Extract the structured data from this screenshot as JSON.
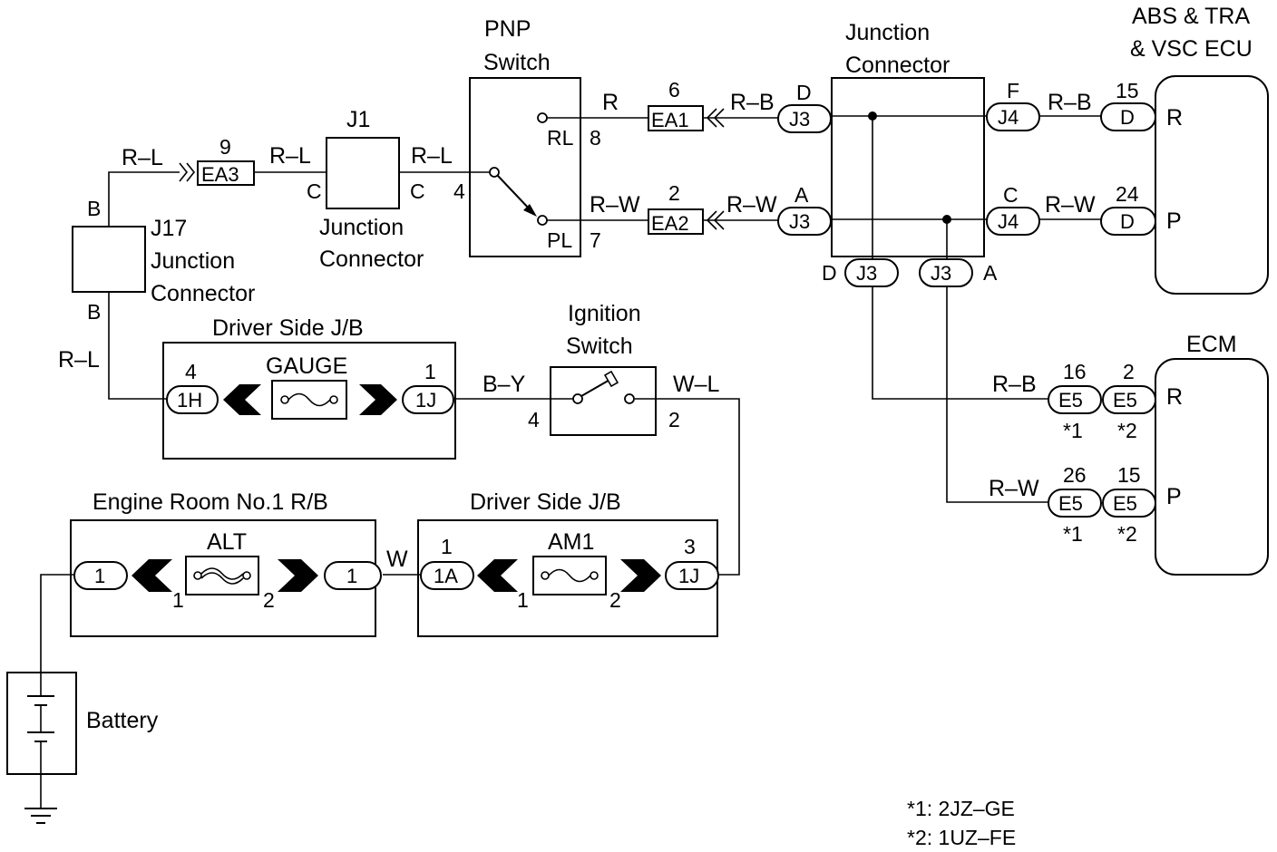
{
  "components": {
    "pnp_switch": [
      "PNP",
      "Switch"
    ],
    "junction_connector_top": [
      "Junction",
      "Connector"
    ],
    "abs_ecu": [
      "ABS & TRA",
      "& VSC ECU"
    ],
    "j1": "J1",
    "j1_caption": [
      "Junction",
      "Connector"
    ],
    "j17": [
      "J17",
      "Junction",
      "Connector"
    ],
    "driver_jb_top": "Driver Side J/B",
    "gauge": "GAUGE",
    "ignition_switch": [
      "Ignition",
      "Switch"
    ],
    "ecm": "ECM",
    "engine_room_rb": "Engine Room No.1 R/B",
    "alt": "ALT",
    "driver_jb_bottom": "Driver Side J/B",
    "am1": "AM1",
    "battery": "Battery"
  },
  "wires": {
    "r_l_1": "R–L",
    "r_l_2": "R–L",
    "r_l_3": "R–L",
    "r_l_4": "R–L",
    "r_pnp": "R",
    "r_b_1": "R–B",
    "r_w_1": "R–W",
    "r_w_2": "R–W",
    "r_b_2": "R–B",
    "r_w_3": "R–W",
    "r_b_ecm": "R–B",
    "r_w_ecm": "R–W",
    "b_y": "B–Y",
    "w_l": "W–L",
    "w": "W"
  },
  "connectors": {
    "ea3": "EA3",
    "ea1": "EA1",
    "ea2": "EA2",
    "j3_d": "J3",
    "j3_a": "J3",
    "j3_bot_d": "J3",
    "j3_bot_a": "J3",
    "j4_f": "J4",
    "j4_c": "J4",
    "d_15": "D",
    "d_24": "D",
    "c_1h": "1H",
    "c_1j_top": "1J",
    "c_1_left": "1",
    "c_1_right": "1",
    "c_1a": "1A",
    "c_1j_bot": "1J",
    "e5_16": "E5",
    "e5_2": "E5",
    "e5_26": "E5",
    "e5_15": "E5"
  },
  "pins": {
    "ea3_pin": "9",
    "ea1_pin": "6",
    "ea2_pin": "2",
    "j1_c_left": "C",
    "j1_c_right": "C",
    "pnp_4": "4",
    "pnp_rl": "RL",
    "pnp_8": "8",
    "pnp_pl": "PL",
    "pnp_7": "7",
    "j3_d_letter": "D",
    "j3_a_letter": "A",
    "j4_f_letter": "F",
    "j4_c_letter": "C",
    "j3_bot_d_letter": "D",
    "j3_bot_a_letter": "A",
    "ecu_15": "15",
    "ecu_24": "24",
    "ecu_r": "R",
    "ecu_p": "P",
    "j17_b_top": "B",
    "j17_b_bot": "B",
    "gauge_4": "4",
    "gauge_1": "1",
    "ign_4": "4",
    "ign_2": "2",
    "ecm_16": "16",
    "ecm_2": "2",
    "ecm_26": "26",
    "ecm_15": "15",
    "ecm_r": "R",
    "ecm_p": "P",
    "star1_a": "*1",
    "star2_a": "*2",
    "star1_b": "*1",
    "star2_b": "*2",
    "alt_1": "1",
    "alt_2": "2",
    "am1_1_top": "1",
    "am1_1": "1",
    "am1_2": "2",
    "am1_3": "3"
  },
  "notes": [
    "*1: 2JZ–GE",
    "*2: 1UZ–FE"
  ]
}
